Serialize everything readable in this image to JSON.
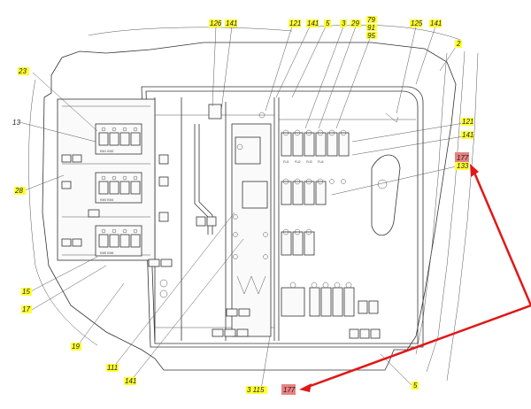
{
  "colors": {
    "label_highlight": "#ffff33",
    "callout_red_fill": "#e98181",
    "arrow_red": "#e01818",
    "line": "#333333"
  },
  "labels": [
    {
      "id": "l126",
      "text": "126",
      "style": "yellow"
    },
    {
      "id": "l141a",
      "text": "141",
      "style": "yellow"
    },
    {
      "id": "l121",
      "text": "121",
      "style": "yellow"
    },
    {
      "id": "l141b",
      "text": "141",
      "style": "yellow"
    },
    {
      "id": "l5a",
      "text": "5",
      "style": "yellow"
    },
    {
      "id": "l3",
      "text": "3",
      "style": "yellow"
    },
    {
      "id": "l29a",
      "text": "29",
      "style": "yellow"
    },
    {
      "id": "l79",
      "text": "79",
      "style": "yellow"
    },
    {
      "id": "l91",
      "text": "91",
      "style": "yellow"
    },
    {
      "id": "l95",
      "text": "95",
      "style": "yellow"
    },
    {
      "id": "l125",
      "text": "125",
      "style": "yellow"
    },
    {
      "id": "l141c",
      "text": "141",
      "style": "yellow"
    },
    {
      "id": "l2",
      "text": "2",
      "style": "yellow"
    },
    {
      "id": "l23",
      "text": "23",
      "style": "yellow"
    },
    {
      "id": "l13",
      "text": "13",
      "style": "plain"
    },
    {
      "id": "l28",
      "text": "28",
      "style": "yellow"
    },
    {
      "id": "l121b",
      "text": "121",
      "style": "yellow"
    },
    {
      "id": "l141d",
      "text": "141",
      "style": "yellow"
    },
    {
      "id": "l177a",
      "text": "177",
      "style": "red"
    },
    {
      "id": "l133",
      "text": "133",
      "style": "yellow"
    },
    {
      "id": "l15",
      "text": "15",
      "style": "yellow"
    },
    {
      "id": "l17",
      "text": "17",
      "style": "yellow"
    },
    {
      "id": "l19",
      "text": "19",
      "style": "yellow"
    },
    {
      "id": "l111",
      "text": "111",
      "style": "yellow"
    },
    {
      "id": "l141e",
      "text": "141",
      "style": "yellow"
    },
    {
      "id": "l3115",
      "text": "3 115",
      "style": "yellow"
    },
    {
      "id": "l177b",
      "text": "177",
      "style": "red"
    },
    {
      "id": "l5b",
      "text": "5",
      "style": "yellow"
    }
  ]
}
